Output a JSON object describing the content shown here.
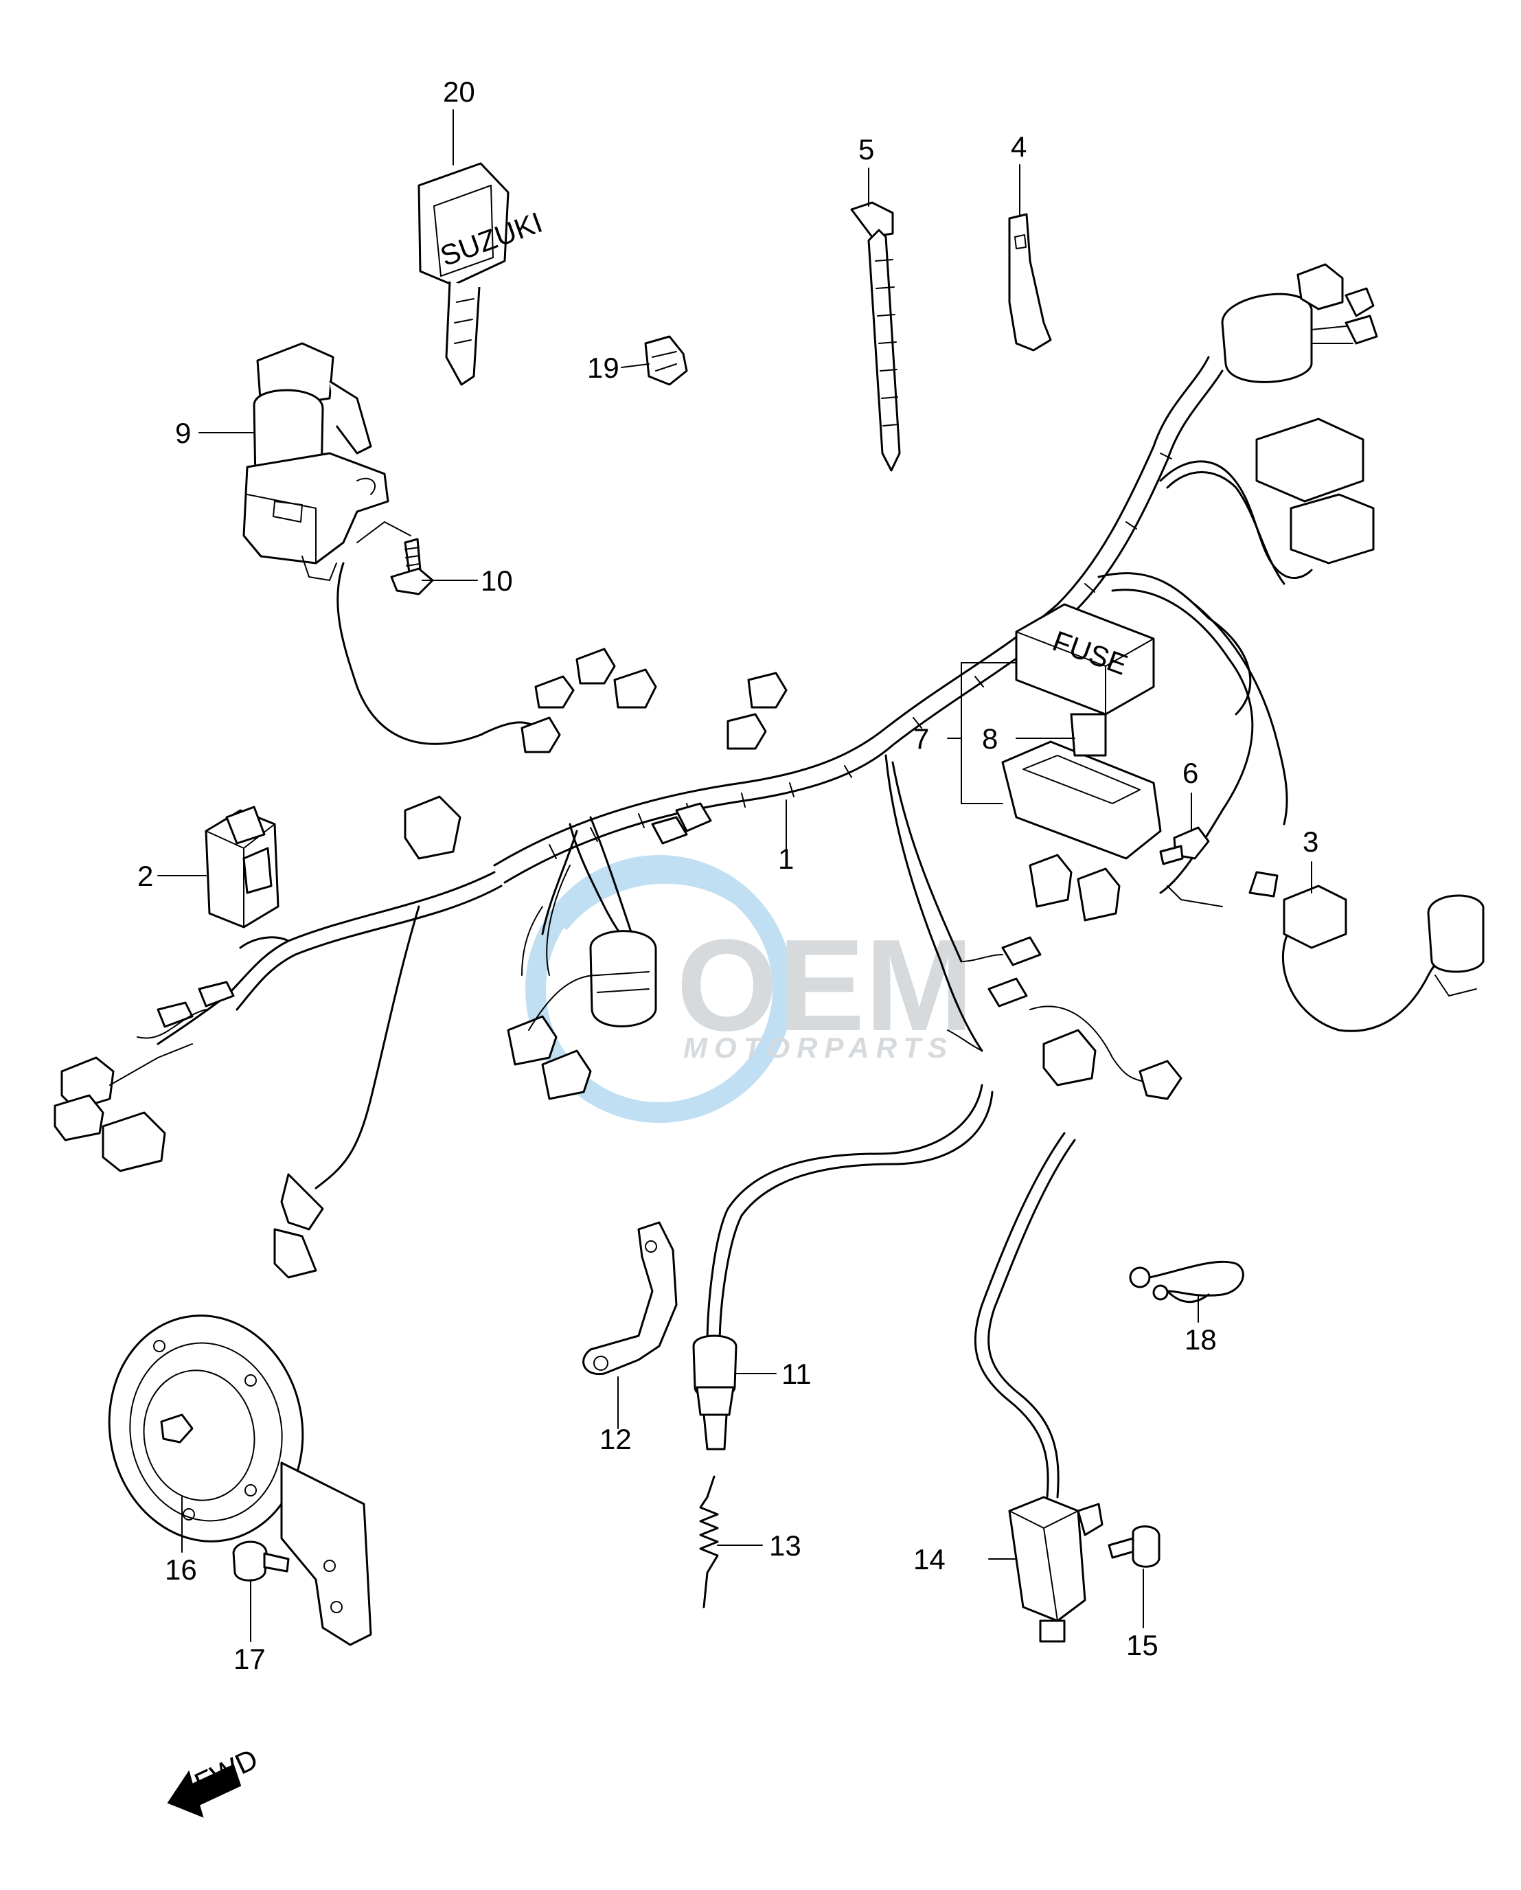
{
  "callouts": {
    "p1": "1",
    "p2": "2",
    "p3": "3",
    "p4": "4",
    "p5": "5",
    "p6": "6",
    "p7": "7",
    "p8": "8",
    "p9": "9",
    "p10": "10",
    "p11": "11",
    "p12": "12",
    "p13": "13",
    "p14": "14",
    "p15": "15",
    "p16": "16",
    "p17": "17",
    "p18": "18",
    "p19": "19",
    "p20": "20"
  },
  "fuse_label": "FUSE",
  "key_brand": "SUZUKI",
  "fwd_label": "FWD",
  "watermark": {
    "logo": "OEM",
    "subtitle": "MOTORPARTS",
    "color_blue": "#8ec5ea",
    "color_gray": "#b8bcc2"
  }
}
